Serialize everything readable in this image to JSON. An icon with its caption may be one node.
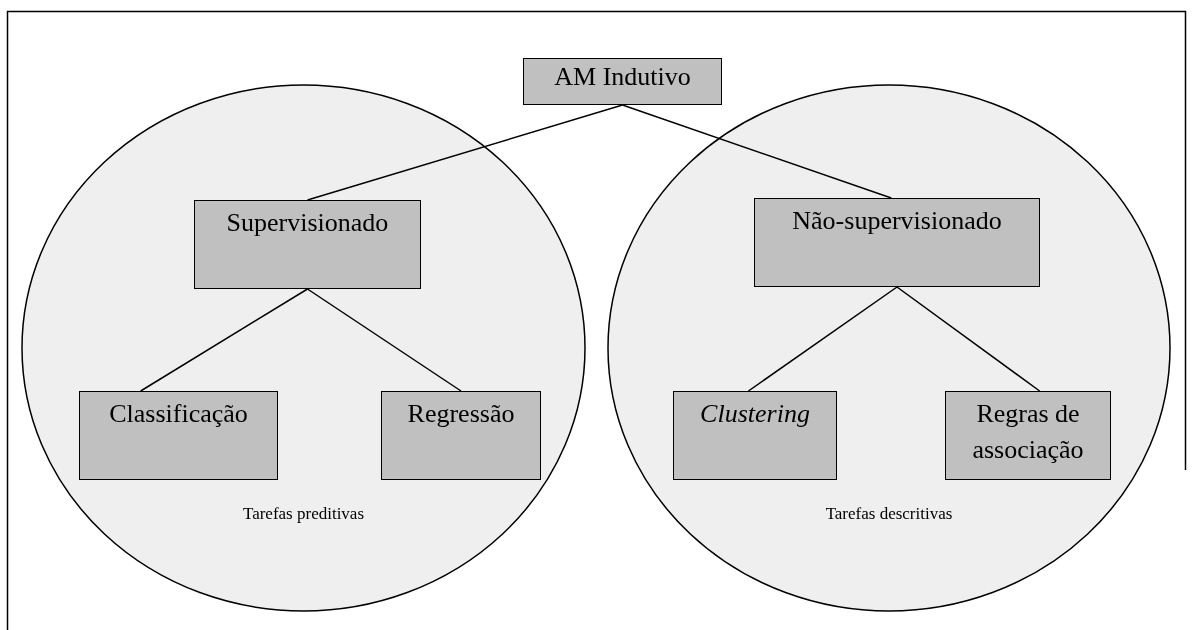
{
  "diagram": {
    "nodes": [
      {
        "text": [
          "AM Indutivo"
        ]
      },
      {
        "text": [
          "Tarefas preditivas"
        ]
      },
      {
        "text": [
          "Supervisionado"
        ],
        "in": 1
      },
      {
        "text": [
          "Classificação"
        ],
        "in": 1
      },
      {
        "text": [
          "Regressão"
        ],
        "in": 1
      },
      {
        "text": [
          "Tarefas descritivas"
        ]
      },
      {
        "text": [
          "Não-supervisionado"
        ],
        "in": 5
      },
      {
        "text": [
          "Clustering"
        ],
        "in": 5
      },
      {
        "text": [
          "Regras de associação"
        ],
        "in": 5
      }
    ],
    "edges": [
      {
        "from": 0,
        "to": 2,
        "arrow": "none"
      },
      {
        "from": 0,
        "to": 6,
        "arrow": "none"
      },
      {
        "from": 2,
        "to": 3,
        "arrow": "none"
      },
      {
        "from": 2,
        "to": 4,
        "arrow": "none"
      },
      {
        "from": 6,
        "to": 7,
        "arrow": "none"
      },
      {
        "from": 6,
        "to": 8,
        "arrow": "none"
      }
    ]
  }
}
